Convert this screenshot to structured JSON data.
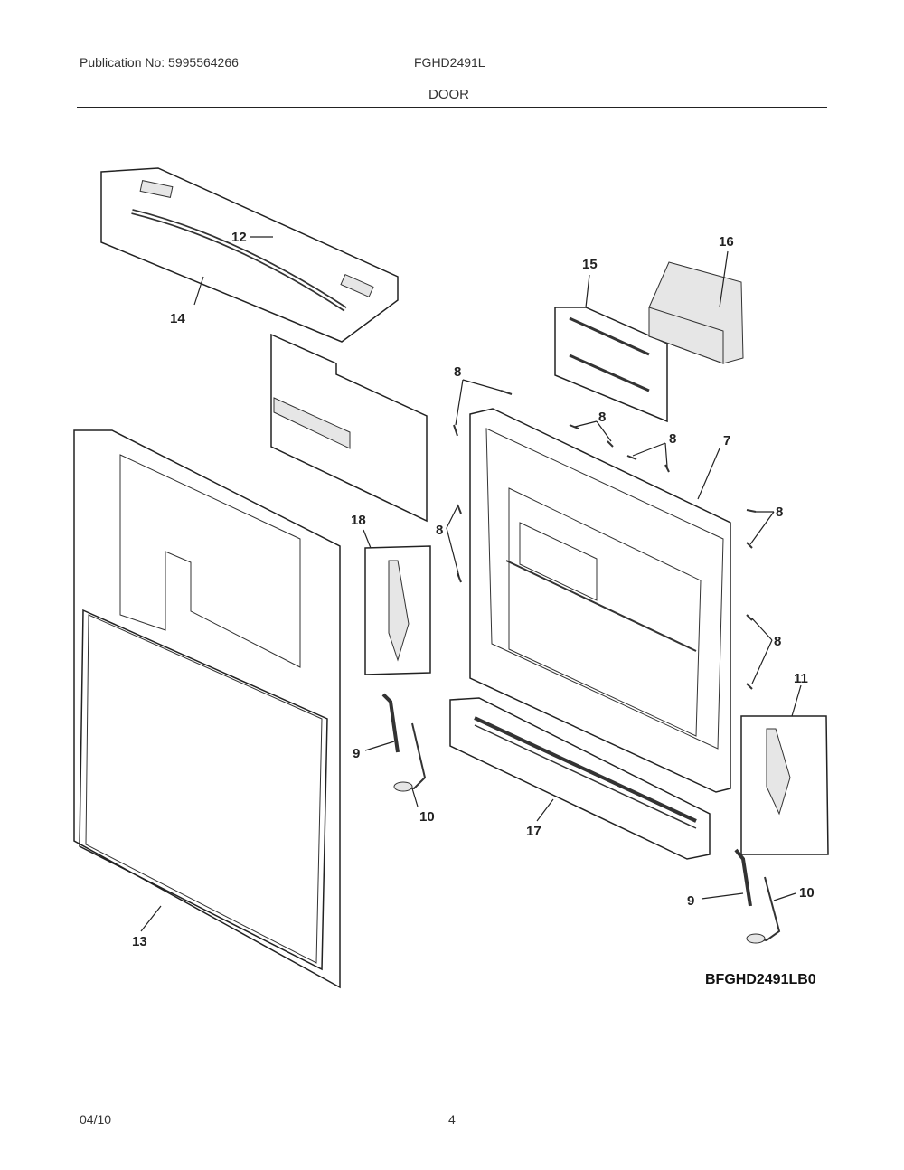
{
  "header": {
    "publication": "Publication No: 5995564266",
    "model": "FGHD2491L",
    "section": "DOOR"
  },
  "footer": {
    "date": "04/10",
    "page": "4"
  },
  "diagram": {
    "code": "BFGHD2491LB0",
    "callouts": {
      "c7": "7",
      "c8": "8",
      "c9": "9",
      "c10": "10",
      "c11": "11",
      "c12": "12",
      "c13": "13",
      "c14": "14",
      "c15": "15",
      "c16": "16",
      "c17": "17",
      "c18": "18"
    }
  }
}
